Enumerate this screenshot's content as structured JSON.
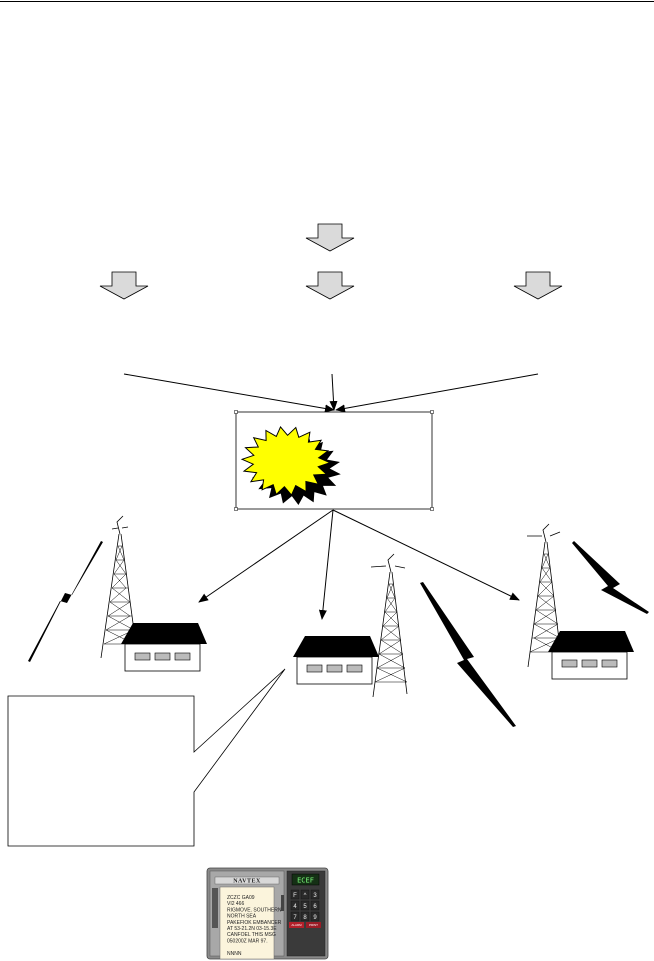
{
  "navtex": {
    "brand": "NAVTEX",
    "display": "ECEF",
    "message_lines": [
      "ZCZC GA09",
      "VI2 466",
      "RIGMOVE. SOUTHERN",
      "NORTH SEA",
      "PAKEFIOK EMBANCER",
      "AT 53-21.2N 03-15.3E",
      "CANFOEL THIS MSG",
      "050200Z MAR 97.",
      "",
      "NNNN"
    ],
    "keys": [
      "F",
      "^",
      "3",
      "4",
      "5",
      "6",
      "7",
      "8",
      "9"
    ],
    "buttons": [
      "ALARM",
      "PRINT"
    ]
  },
  "colors": {
    "sun_fill": "#FFFF00",
    "arrow_fill": "#DADADA",
    "key_bg": "#2a2a2a",
    "display_bg": "#153015",
    "device_body": "#8a8a8a",
    "alarm_button": "#b3202a",
    "print_button": "#9a1c26"
  }
}
